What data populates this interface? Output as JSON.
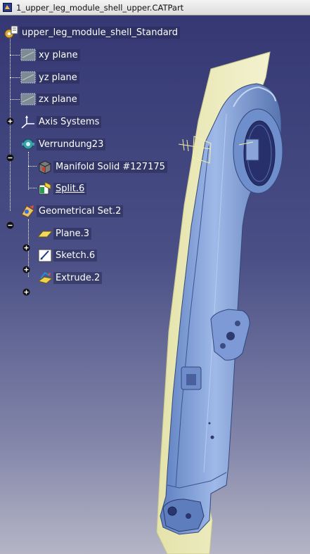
{
  "window": {
    "title": "1_upper_leg_module_shell_upper.CATPart"
  },
  "tree": {
    "root": {
      "label": "upper_leg_module_shell_Standard",
      "icon": "part-gear-icon"
    },
    "planes": [
      {
        "label": "xy plane",
        "icon": "plane-icon"
      },
      {
        "label": "yz plane",
        "icon": "plane-icon"
      },
      {
        "label": "zx plane",
        "icon": "plane-icon"
      }
    ],
    "axis_systems": {
      "label": "Axis Systems",
      "icon": "axis-system-icon",
      "expanded": false
    },
    "body": {
      "label": "Verrundung23",
      "icon": "body-gear-icon",
      "expanded": true,
      "children": [
        {
          "label": "Manifold Solid #127175",
          "icon": "solid-cube-icon"
        },
        {
          "label": "Split.6",
          "icon": "split-icon"
        }
      ]
    },
    "geo_set": {
      "label": "Geometrical Set.2",
      "icon": "geometrical-set-icon",
      "expanded": true,
      "children": [
        {
          "label": "Plane.3",
          "icon": "plane-feature-icon"
        },
        {
          "label": "Sketch.6",
          "icon": "sketch-icon"
        },
        {
          "label": "Extrude.2",
          "icon": "extrude-icon"
        }
      ]
    }
  },
  "colors": {
    "viewport_top": "#353873",
    "viewport_bottom": "#b5b5c6",
    "part_surface": "#7ea0d8",
    "shell_surface": "#efeebf"
  }
}
